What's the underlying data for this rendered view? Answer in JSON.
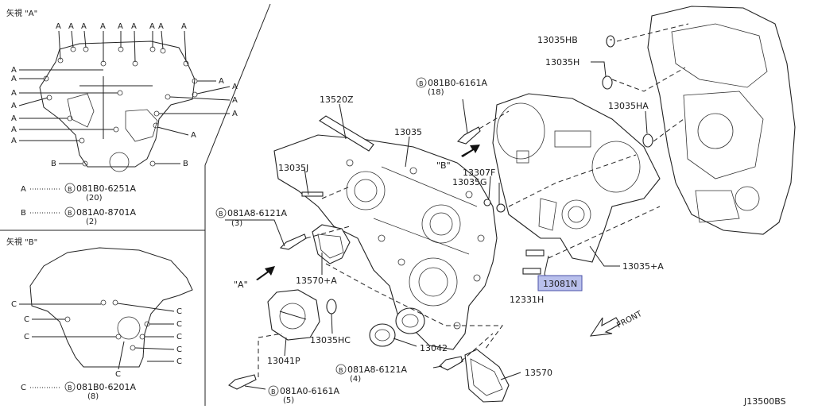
{
  "view_a": {
    "title": "矢視 \"A\"",
    "marker": "A",
    "marker_b": "B",
    "legend": [
      {
        "key": "A",
        "code": "081B0-6251A",
        "qty": "(20)"
      },
      {
        "key": "B",
        "code": "081A0-8701A",
        "qty": "(2)"
      }
    ]
  },
  "view_b": {
    "title": "矢視 \"B\"",
    "marker": "C",
    "legend": [
      {
        "key": "C",
        "code": "081B0-6201A",
        "qty": "(8)"
      }
    ]
  },
  "bolt_symbol": "B",
  "parts": {
    "p13520z": "13520Z",
    "p13035": "13035",
    "p13035j": "13035J",
    "bolt_081a8_6121a_top": "081A8-6121A",
    "qty_3": "(3)",
    "p13570a": "13570+A",
    "view_a_arrow": "\"A\"",
    "view_b_arrow": "\"B\"",
    "p13041p": "13041P",
    "p13035hc": "13035HC",
    "p13042": "13042",
    "bolt_081a8_6121a_bottom": "081A8-6121A",
    "qty_4": "(4)",
    "p13570": "13570",
    "bolt_081a0_6161a": "081A0-6161A",
    "qty_5": "(5)",
    "bolt_081b0_6161a": "081B0-6161A",
    "qty_18": "(18)",
    "p13307f": "13307F",
    "p13035g": "13035G",
    "p13035hb": "13035HB",
    "p13035h": "13035H",
    "p13035ha": "13035HA",
    "p13035a": "13035+A",
    "p13081n": "13081N",
    "p12331h": "12331H",
    "front": "FRONT"
  },
  "diagram_id": "J13500BS",
  "colors": {
    "highlight": "#b9c0ec",
    "line": "#222222"
  }
}
